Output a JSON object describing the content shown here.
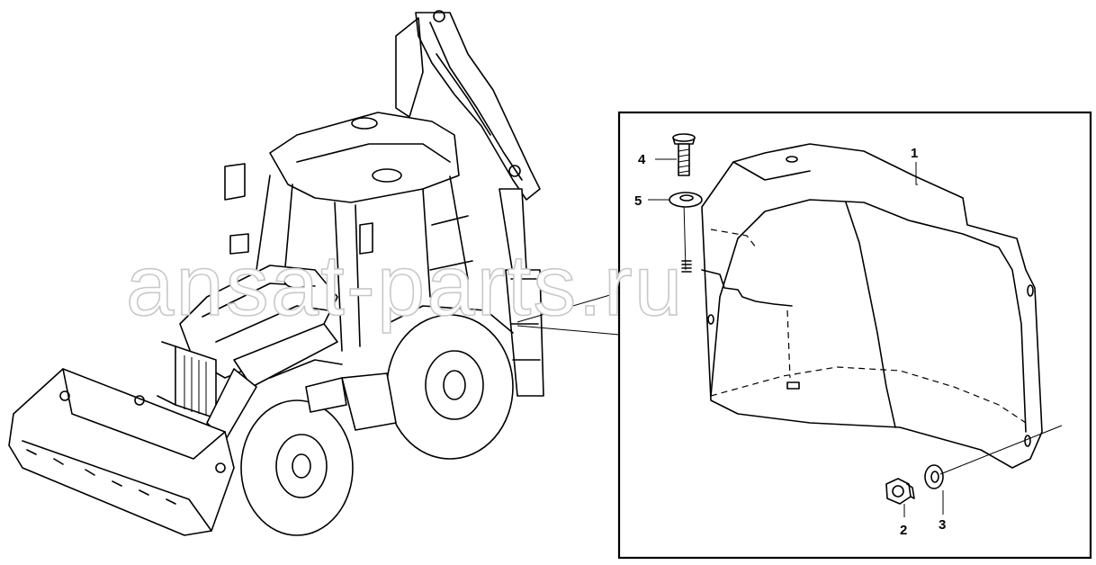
{
  "watermark": "ansat-parts.ru",
  "callouts": {
    "c1": "1",
    "c2": "2",
    "c3": "3",
    "c4": "4",
    "c5": "5"
  }
}
